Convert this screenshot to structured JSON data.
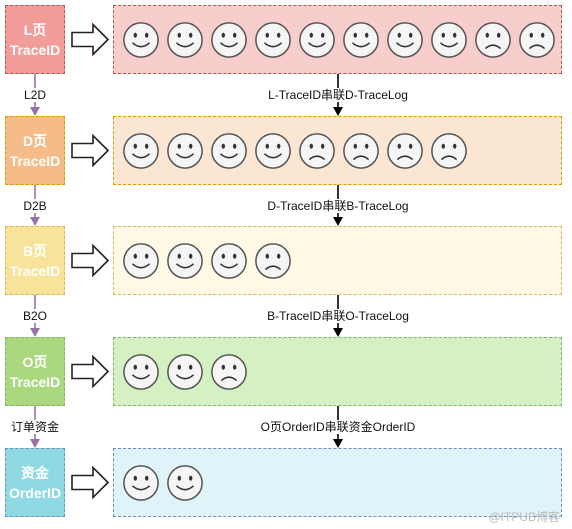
{
  "rows": [
    {
      "tag": [
        "L页",
        "TraceID"
      ],
      "tag_fill": "#f19c99",
      "tag_border": "#b85450",
      "lane_fill": "#f8cecc",
      "lane_border": "#b85450",
      "faces": [
        "smile",
        "smile",
        "smile",
        "smile",
        "smile",
        "smile",
        "smile",
        "smile",
        "sad",
        "sad"
      ]
    },
    {
      "tag": [
        "D页",
        "TraceID"
      ],
      "tag_fill": "#f5bc8a",
      "tag_border": "#d79b00",
      "lane_fill": "#fbe6d3",
      "lane_border": "#d79b00",
      "faces": [
        "smile",
        "smile",
        "smile",
        "smile",
        "sad",
        "sad",
        "sad",
        "sad"
      ]
    },
    {
      "tag": [
        "B页",
        "TraceID"
      ],
      "tag_fill": "#f7e39a",
      "tag_border": "#d6b656",
      "lane_fill": "#fff9e6",
      "lane_border": "#d6b656",
      "faces": [
        "smile",
        "smile",
        "smile",
        "sad"
      ]
    },
    {
      "tag": [
        "O页",
        "TraceID"
      ],
      "tag_fill": "#a9d87f",
      "tag_border": "#82b366",
      "lane_fill": "#d5f0c2",
      "lane_border": "#82b366",
      "faces": [
        "smile",
        "smile",
        "sad"
      ]
    },
    {
      "tag": [
        "资金",
        "OrderID"
      ],
      "tag_fill": "#8fd9e3",
      "tag_border": "#6c8ebf",
      "lane_fill": "#dff4f8",
      "lane_border": "#6c8ebf",
      "faces": [
        "smile",
        "smile"
      ]
    }
  ],
  "hops": [
    "L2D",
    "D2B",
    "B2O",
    "订单资金"
  ],
  "links": [
    "L-TraceID串联D-TraceLog",
    "D-TraceID串联B-TraceLog",
    "B-TraceID串联O-TraceLog",
    "O页OrderID串联资金OrderID"
  ],
  "colors": {
    "hop_arrow": "#9673a6",
    "link_arrow": "#000000",
    "block_arrow_fill": "#ffffff",
    "block_arrow_stroke": "#222222"
  },
  "watermark": "@ITPUB博客"
}
